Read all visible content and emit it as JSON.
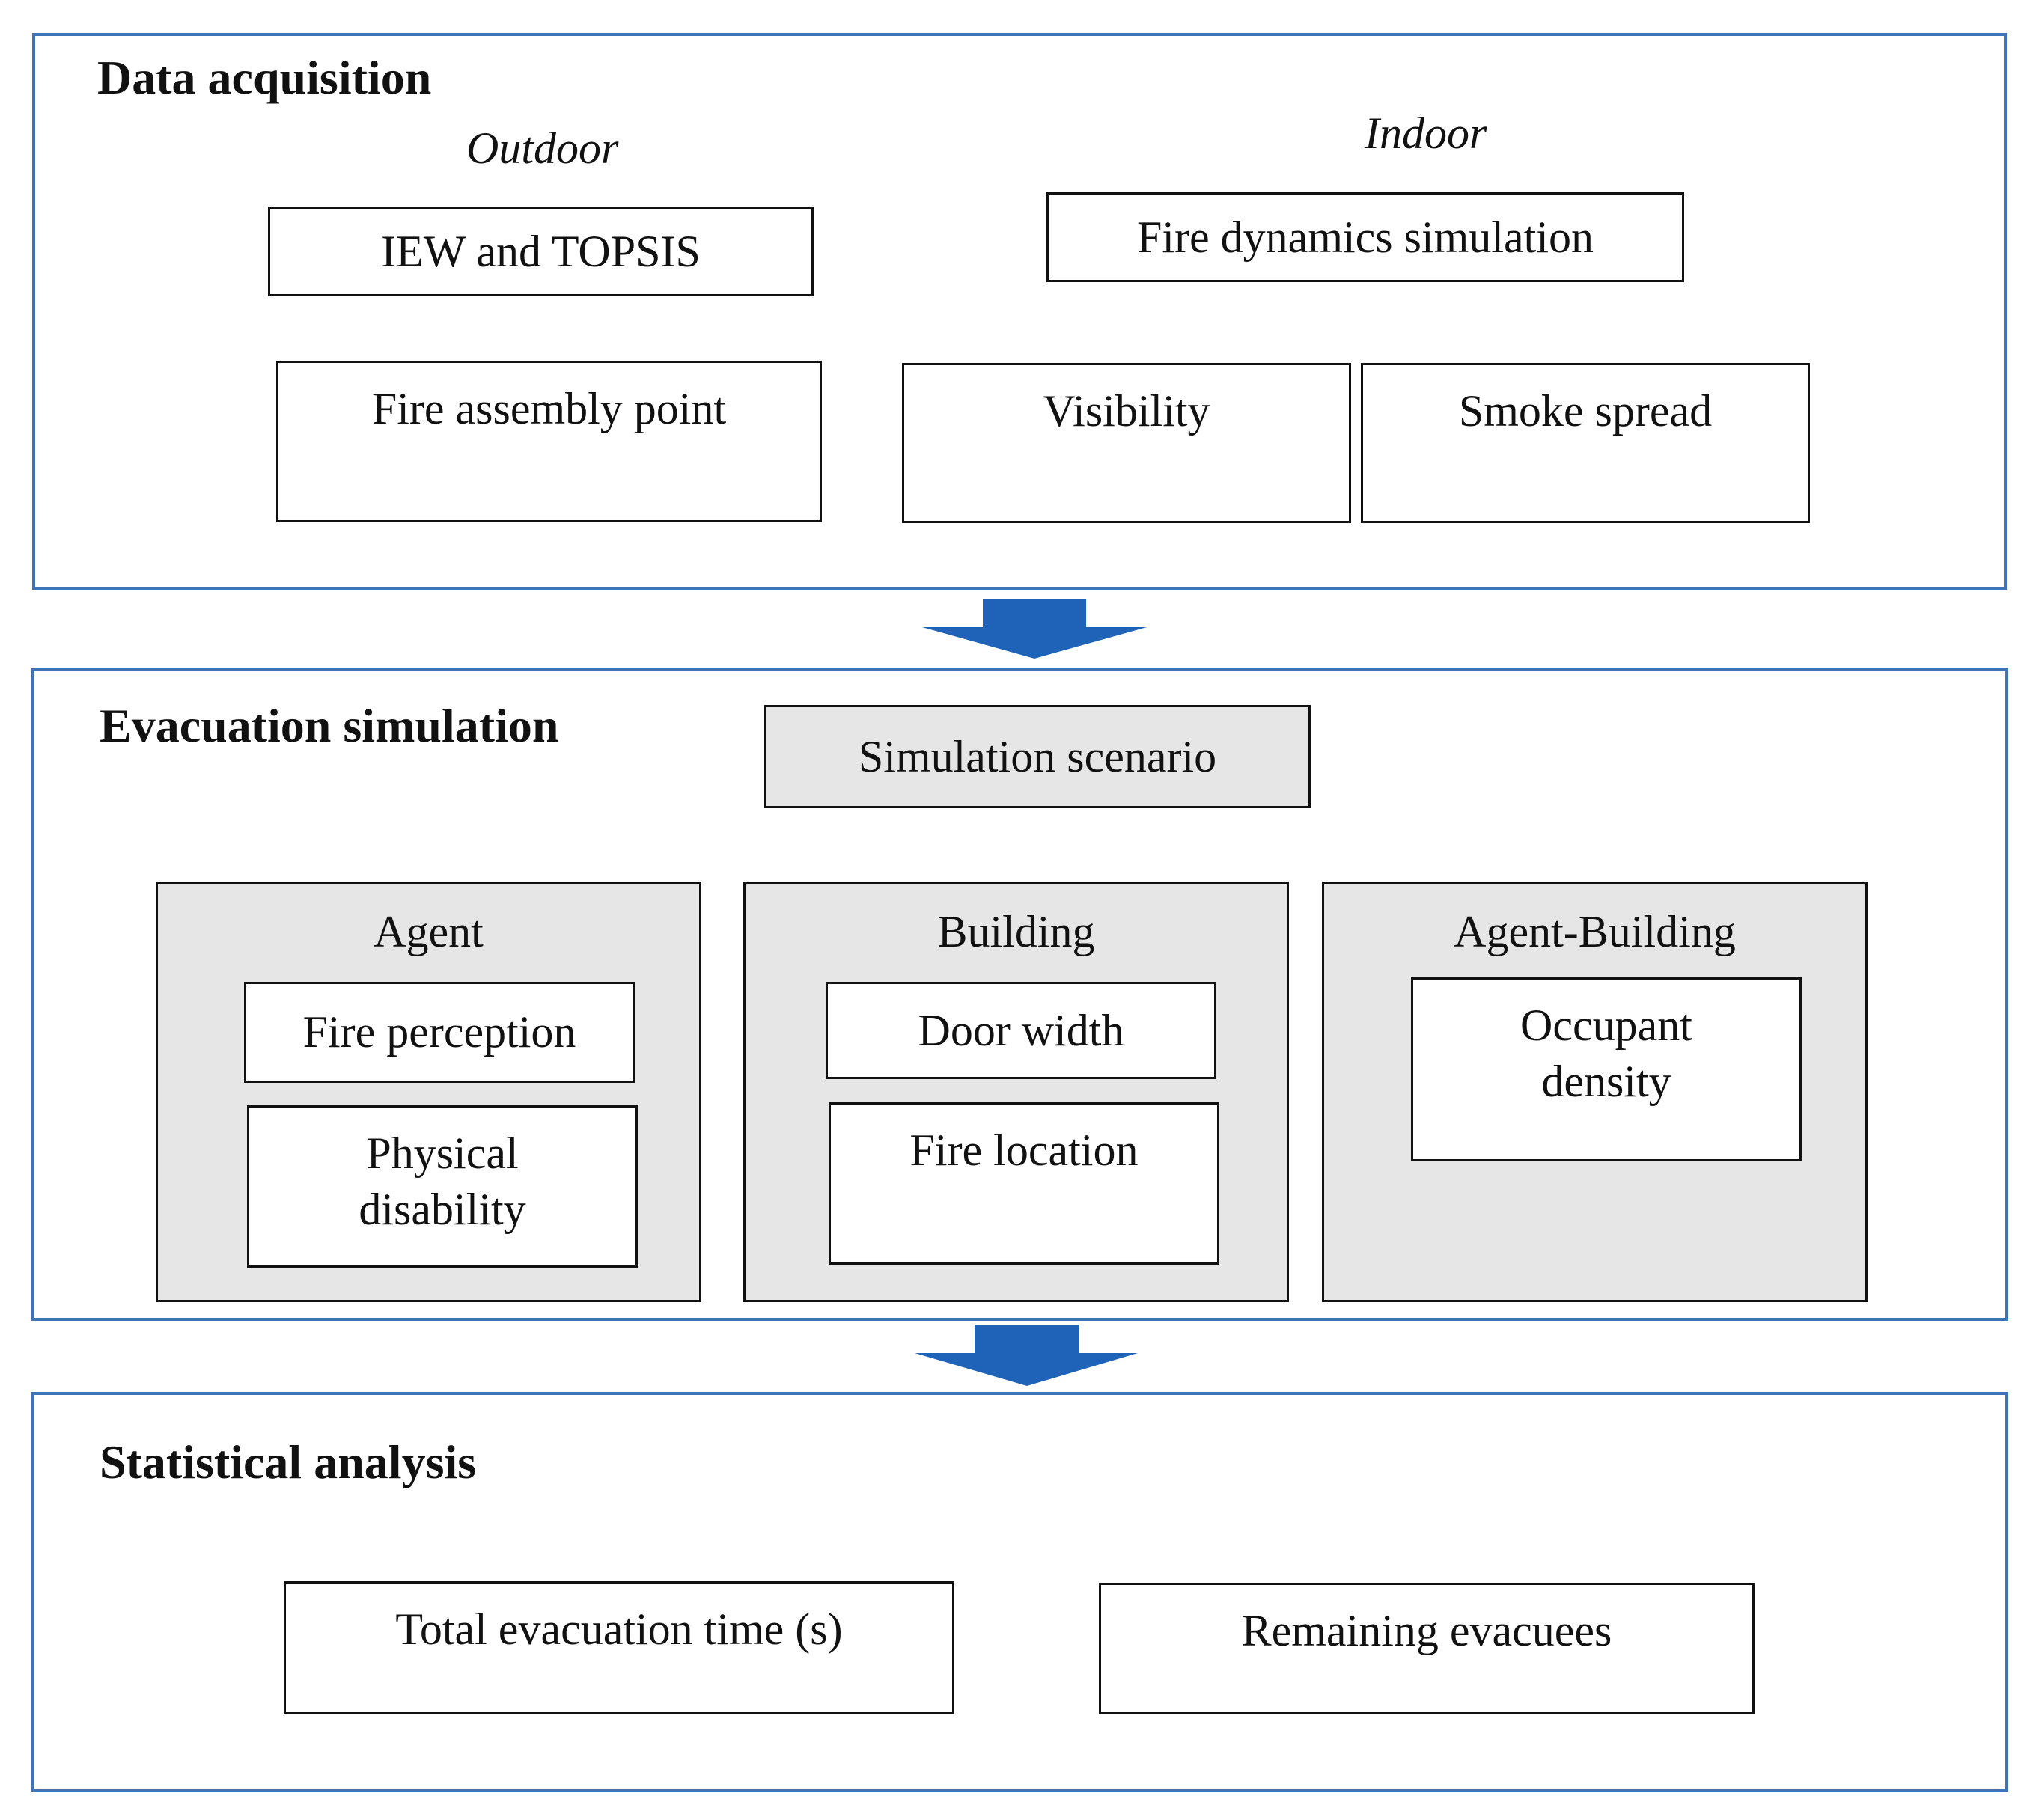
{
  "colors": {
    "panel_border": "#3f73b8",
    "arrow": "#1f63b9",
    "group_fill": "#e6e6e6",
    "box_border": "#111111"
  },
  "data_acquisition": {
    "title": "Data acquisition",
    "outdoor": {
      "label": "Outdoor",
      "items": [
        "IEW and TOPSIS",
        "Fire assembly point"
      ]
    },
    "indoor": {
      "label": "Indoor",
      "items": [
        "Fire dynamics simulation",
        "Visibility",
        "Smoke spread"
      ]
    }
  },
  "evacuation_simulation": {
    "title": "Evacuation simulation",
    "scenario": "Simulation scenario",
    "groups": [
      {
        "title": "Agent",
        "items": [
          "Fire perception",
          "Physical disability"
        ]
      },
      {
        "title": "Building",
        "items": [
          "Door width",
          "Fire location"
        ]
      },
      {
        "title": "Agent-Building",
        "items": [
          "Occupant density"
        ]
      }
    ]
  },
  "statistical_analysis": {
    "title": "Statistical analysis",
    "items": [
      "Total evacuation time (s)",
      "Remaining evacuees"
    ]
  }
}
